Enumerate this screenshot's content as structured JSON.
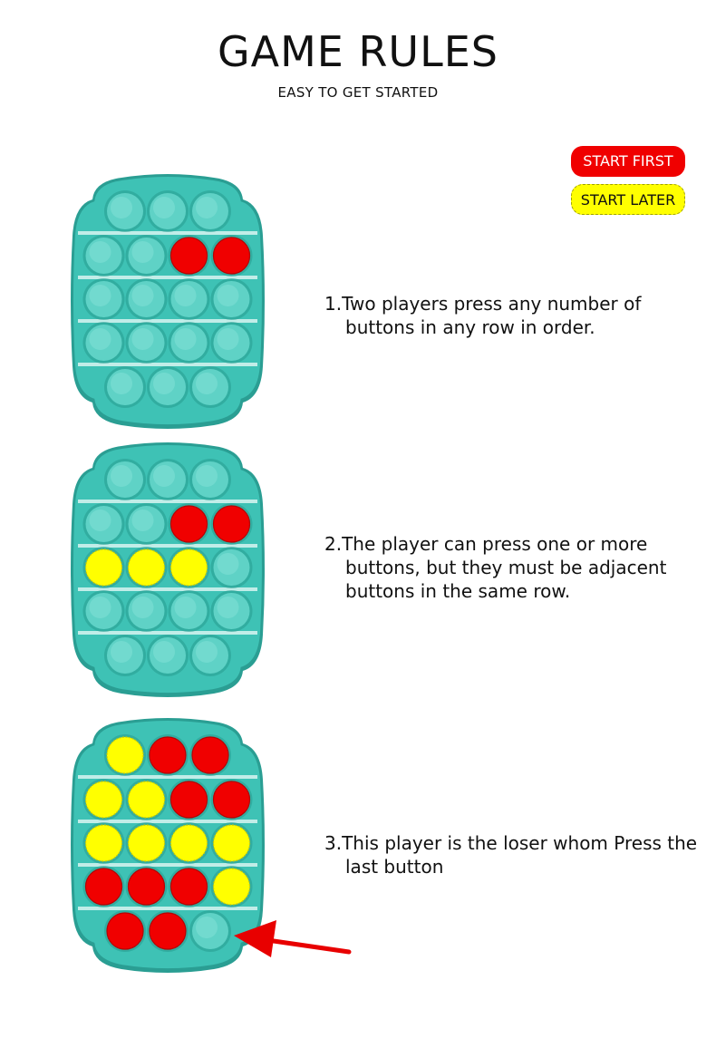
{
  "header": {
    "title": "GAME RULES",
    "subtitle": "EASY TO GET STARTED"
  },
  "legend": {
    "first_label": "START FIRST",
    "later_label": "START LATER",
    "first_color": "#f00000",
    "later_color": "#ffff00"
  },
  "colors": {
    "board": "#3ec2b5",
    "board_dark": "#2a9e93",
    "bubble": "#5fd2c6",
    "red": "#f00000",
    "yellow": "#ffff00"
  },
  "rules": [
    {
      "number": "1.",
      "text": "Two players press any number of buttons in any row in order.",
      "board": [
        [
          "empty",
          "empty",
          "empty"
        ],
        [
          "empty",
          "empty",
          "red",
          "red"
        ],
        [
          "empty",
          "empty",
          "empty",
          "empty"
        ],
        [
          "empty",
          "empty",
          "empty",
          "empty"
        ],
        [
          "empty",
          "empty",
          "empty"
        ]
      ]
    },
    {
      "number": "2.",
      "text": "The player can press one or more buttons, but they must be adjacent buttons in the same row.",
      "board": [
        [
          "empty",
          "empty",
          "empty"
        ],
        [
          "empty",
          "empty",
          "red",
          "red"
        ],
        [
          "yellow",
          "yellow",
          "yellow",
          "empty"
        ],
        [
          "empty",
          "empty",
          "empty",
          "empty"
        ],
        [
          "empty",
          "empty",
          "empty"
        ]
      ]
    },
    {
      "number": "3.",
      "text": "This player is the loser whom Press the last button",
      "board": [
        [
          "yellow",
          "red",
          "red"
        ],
        [
          "yellow",
          "yellow",
          "red",
          "red"
        ],
        [
          "yellow",
          "yellow",
          "yellow",
          "yellow"
        ],
        [
          "red",
          "red",
          "red",
          "yellow"
        ],
        [
          "red",
          "red",
          "empty"
        ]
      ]
    }
  ],
  "arrow_icon": "red-arrow-left",
  "arrow_color": "#e80000"
}
